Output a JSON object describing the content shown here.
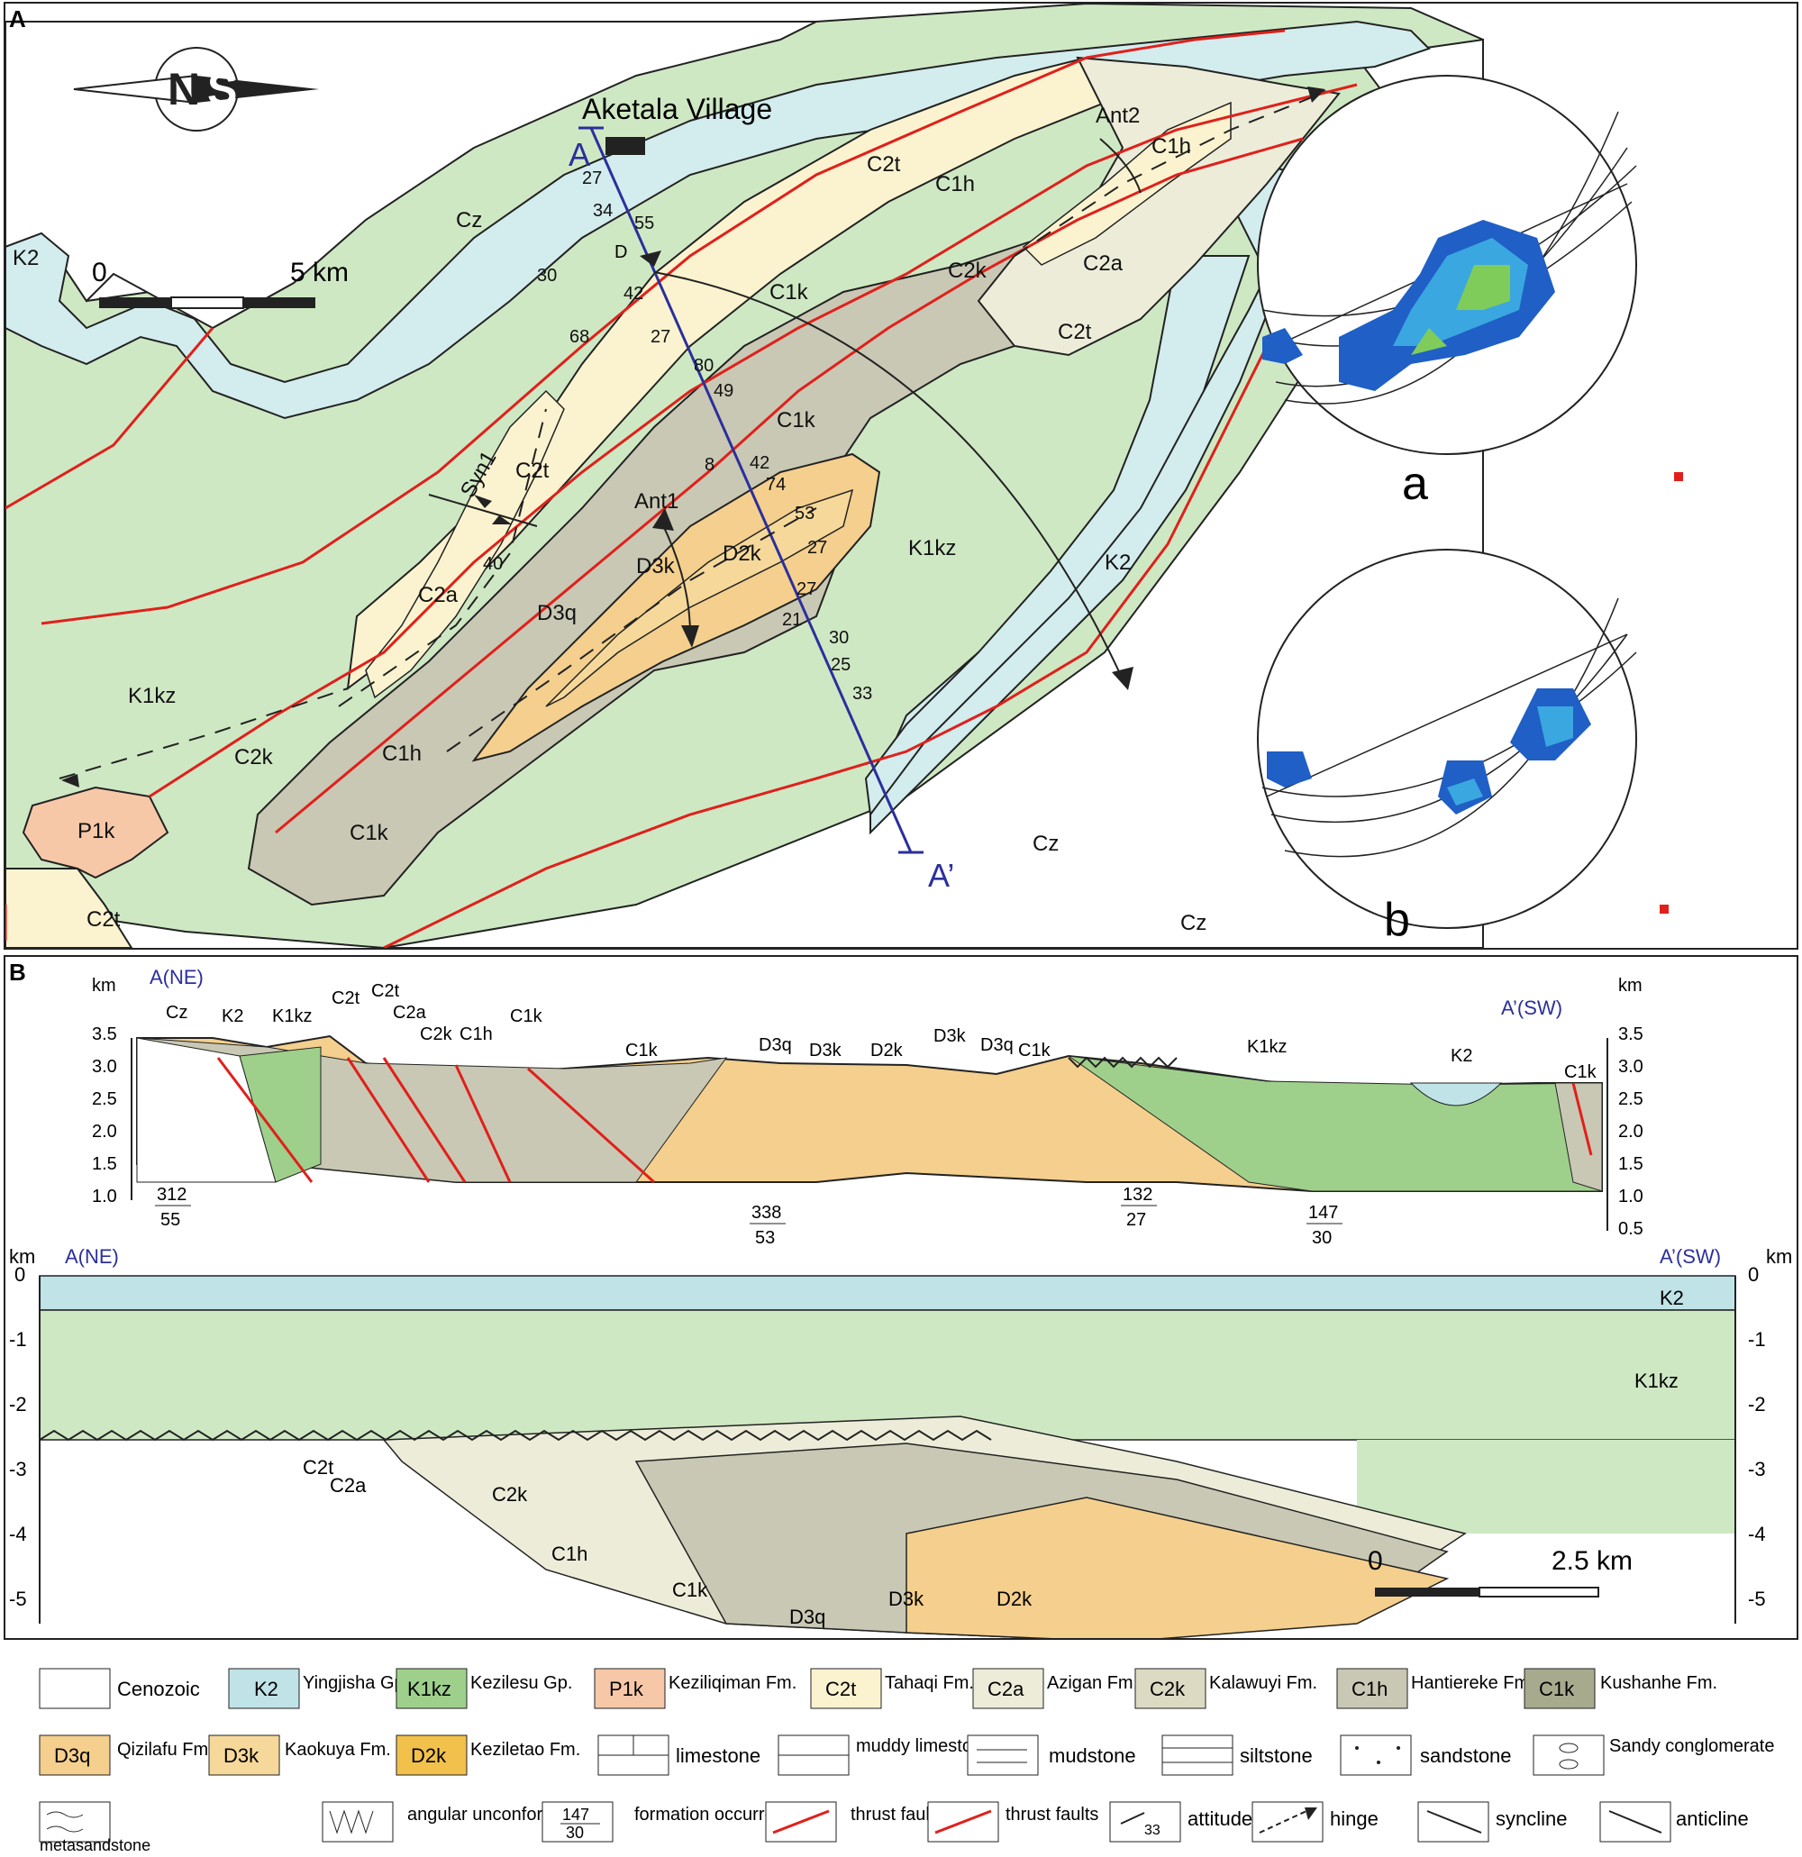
{
  "panel_a": {
    "label": "A",
    "compass": {
      "left": "N",
      "right": "S"
    },
    "village": "Aketala Village",
    "section_start": "A",
    "section_end": "A’",
    "hinge_label": "D",
    "scale": {
      "zero": "0",
      "end": "5 km"
    },
    "units": {
      "cz_nw": "Cz",
      "cz_s": "Cz",
      "cz_se": "Cz",
      "k2_w": "K2",
      "k2_e": "K2",
      "k1kz_e": "K1kz",
      "k1kz_w": "K1kz",
      "p1k": "P1k",
      "c2t_sw": "C2t",
      "c2t_n": "C2t",
      "c1h_n": "C1h",
      "c2k_n": "C2k",
      "c2a_n": "C2a",
      "c1h_ne": "C1h",
      "c2t_ne": "C2t",
      "c1k_ce": "C1k",
      "c1k_c": "C1k",
      "c1k_s": "C1k",
      "c2t_w": "C2t",
      "c2a_w": "C2a",
      "c2k_w": "C2k",
      "c1h_w": "C1h",
      "d3k": "D3k",
      "d2k": "D2k",
      "d3q": "D3q"
    },
    "folds": {
      "ant1": "Ant1",
      "ant2": "Ant2",
      "syn1": "Syn1"
    },
    "attitudes": [
      "27",
      "34",
      "55",
      "30",
      "42",
      "27",
      "68",
      "80",
      "49",
      "8",
      "42",
      "74",
      "53",
      "27",
      "27",
      "21",
      "30",
      "25",
      "33",
      "40"
    ],
    "stereonets": {
      "a": "a",
      "b": "b"
    }
  },
  "panel_b": {
    "label": "B",
    "upper": {
      "km_label_left": "km",
      "km_label_right": "km",
      "ticks_left": [
        "3.5",
        "3.0",
        "2.5",
        "2.0",
        "1.5",
        "1.0"
      ],
      "ticks_right": [
        "3.5",
        "3.0",
        "2.5",
        "2.0",
        "1.5",
        "1.0",
        "0.5"
      ],
      "end_left": "A(NE)",
      "end_right": "A’(SW)",
      "units": [
        "Cz",
        "K2",
        "K1kz",
        "C2t",
        "C2t",
        "C2a",
        "C2k",
        "C1h",
        "C1k",
        "C1k",
        "D3q",
        "D3k",
        "D2k",
        "D3k",
        "D3q",
        "C1k",
        "K1kz",
        "K2",
        "C1k"
      ],
      "occurrences": [
        {
          "strike": "312",
          "dip": "55"
        },
        {
          "strike": "338",
          "dip": "53"
        },
        {
          "strike": "132",
          "dip": "27"
        },
        {
          "strike": "147",
          "dip": "30"
        }
      ]
    },
    "lower": {
      "km_label_left": "km",
      "km_label_right": "km",
      "ticks": [
        "0",
        "-1",
        "-2",
        "-3",
        "-4",
        "-5"
      ],
      "end_left": "A(NE)",
      "end_right": "A’(SW)",
      "units": [
        "K2",
        "K1kz",
        "C2t",
        "C2a",
        "C2k",
        "C1h",
        "C1k",
        "D3q",
        "D3k",
        "D2k"
      ],
      "scale": {
        "zero": "0",
        "end": "2.5 km"
      }
    }
  },
  "legend": {
    "row1": [
      {
        "code": "",
        "name": "Cenozoic",
        "color": "#ffffff"
      },
      {
        "code": "K2",
        "name": "Yingjisha Gp.",
        "color": "#bfe3e6"
      },
      {
        "code": "K1kz",
        "name": "Kezilesu Gp.",
        "color": "#9ed08b"
      },
      {
        "code": "P1k",
        "name": "Keziliqiman Fm.",
        "color": "#f7c8a8"
      },
      {
        "code": "C2t",
        "name": "Tahaqi Fm.",
        "color": "#fbf3cf"
      },
      {
        "code": "C2a",
        "name": "Azigan Fm.",
        "color": "#ececd9"
      },
      {
        "code": "C2k",
        "name": "Kalawuyi Fm.",
        "color": "#dcdac3"
      },
      {
        "code": "C1h",
        "name": "Hantiereke Fm.",
        "color": "#c9c8b4"
      },
      {
        "code": "C1k",
        "name": "Kushanhe Fm.",
        "color": "#a7aa8d"
      }
    ],
    "row2": [
      {
        "code": "D3q",
        "name": "Qizilafu Fm.",
        "color": "#f4cf8d"
      },
      {
        "code": "D3k",
        "name": "Kaokuya Fm.",
        "color": "#f6d99a"
      },
      {
        "code": "D2k",
        "name": "Keziletao Fm.",
        "color": "#f2c14c"
      }
    ],
    "lith": [
      "limestone",
      "muddy limestone",
      "mudstone",
      "siltstone",
      "sandstone",
      "Sandy conglomerate"
    ],
    "symbols": [
      "metasandstone",
      "angular unconformity",
      "formation occurrence",
      "thrust faults",
      "thrust faults",
      "attitude",
      "hinge",
      "syncline",
      "anticline"
    ],
    "occ_strike": "147",
    "occ_dip": "30",
    "att_value": "33",
    "colors": {
      "map_green": "#cfe8c4",
      "k2_blue": "#d3ecee",
      "fault_red": "#e0201b",
      "section_line": "#2b2f9c"
    }
  }
}
